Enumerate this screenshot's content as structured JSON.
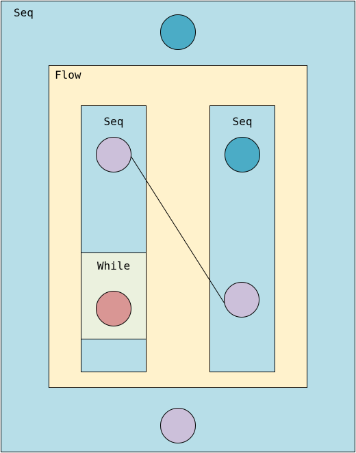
{
  "labels": {
    "outer": "Seq",
    "flow": "Flow",
    "left_seq": "Seq",
    "right_seq": "Seq",
    "while": "While"
  },
  "colors": {
    "seq_fill": "#b7dee8",
    "flow_fill": "#fff2cc",
    "while_fill": "#ebf1de",
    "node_teal": "#4bacc6",
    "node_lavender": "#ccc0da",
    "node_red": "#d99694",
    "stroke": "#000000"
  },
  "nodes": [
    {
      "name": "top-teal-node",
      "color": "node_teal"
    },
    {
      "name": "left-seq-lavender-node",
      "color": "node_lavender"
    },
    {
      "name": "while-red-node",
      "color": "node_red"
    },
    {
      "name": "right-seq-teal-node",
      "color": "node_teal"
    },
    {
      "name": "right-seq-lavender-node",
      "color": "node_lavender"
    },
    {
      "name": "bottom-lavender-node",
      "color": "node_lavender"
    }
  ]
}
